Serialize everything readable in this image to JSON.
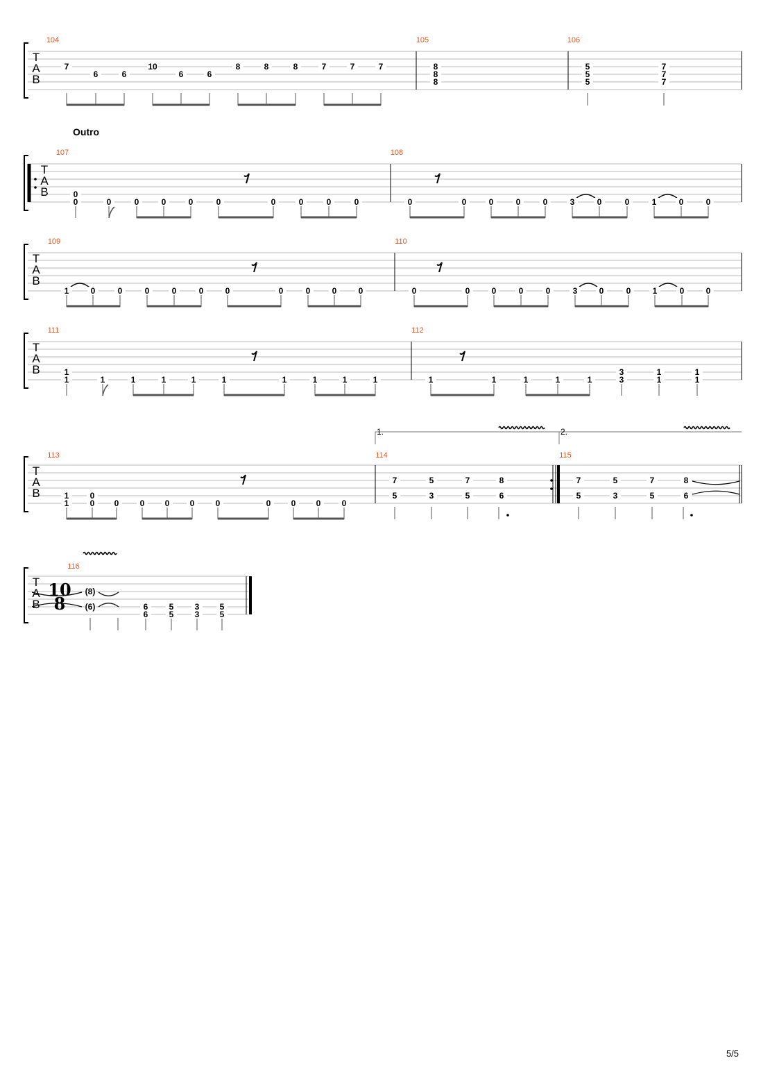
{
  "page": {
    "number": "5/5"
  },
  "colors": {
    "measure_number": "#e8541e",
    "ink": "#000000",
    "staff_line": "#b8b8b8",
    "stem": "#555555"
  },
  "tab_letters": [
    "T",
    "A",
    "B"
  ],
  "section_label": "Outro",
  "time_signature": {
    "numerator": "10",
    "denominator": "8"
  },
  "voltas": [
    "1.",
    "2."
  ],
  "systems": [
    {
      "measures": [
        {
          "number": "104",
          "notes": [
            "7",
            "6",
            "6",
            "10",
            "6",
            "6",
            "8",
            "8",
            "8",
            "7",
            "7",
            "7"
          ]
        },
        {
          "number": "105",
          "notes": [
            "8",
            "8",
            "8"
          ]
        },
        {
          "number": "106",
          "notes": [
            "5",
            "5",
            "5",
            "7",
            "7",
            "7"
          ]
        }
      ]
    },
    {
      "measures": [
        {
          "number": "107",
          "notes": [
            "0",
            "0",
            "0",
            "0",
            "0",
            "0",
            "0",
            "0",
            "0",
            "0",
            "0"
          ]
        },
        {
          "number": "108",
          "notes": [
            "0",
            "0",
            "0",
            "0",
            "0",
            "3",
            "0",
            "0",
            "1",
            "0",
            "0"
          ]
        }
      ]
    },
    {
      "measures": [
        {
          "number": "109",
          "notes": [
            "1",
            "0",
            "0",
            "0",
            "0",
            "0",
            "0",
            "0",
            "0",
            "0",
            "0"
          ]
        },
        {
          "number": "110",
          "notes": [
            "0",
            "0",
            "0",
            "0",
            "0",
            "3",
            "0",
            "0",
            "1",
            "0",
            "0"
          ]
        }
      ]
    },
    {
      "measures": [
        {
          "number": "111",
          "notes": [
            "1",
            "1",
            "1",
            "1",
            "1",
            "1",
            "1",
            "1",
            "1",
            "1",
            "1"
          ]
        },
        {
          "number": "112",
          "notes": [
            "1",
            "1",
            "1",
            "1",
            "1",
            "3",
            "3",
            "1",
            "1",
            "1",
            "1"
          ]
        }
      ]
    },
    {
      "measures": [
        {
          "number": "113",
          "notes": [
            "1",
            "1",
            "0",
            "0",
            "0",
            "0",
            "0",
            "0",
            "0",
            "0",
            "0",
            "0",
            "0"
          ]
        },
        {
          "number": "114",
          "notes": [
            "7",
            "5",
            "5",
            "3",
            "7",
            "5",
            "8",
            "6"
          ]
        },
        {
          "number": "115",
          "notes": [
            "7",
            "5",
            "5",
            "3",
            "7",
            "5",
            "8",
            "6"
          ]
        }
      ]
    },
    {
      "measures": [
        {
          "number": "116",
          "notes": [
            "(8)",
            "(6)",
            "6",
            "6",
            "5",
            "5",
            "3",
            "3",
            "5",
            "5"
          ]
        }
      ]
    }
  ]
}
